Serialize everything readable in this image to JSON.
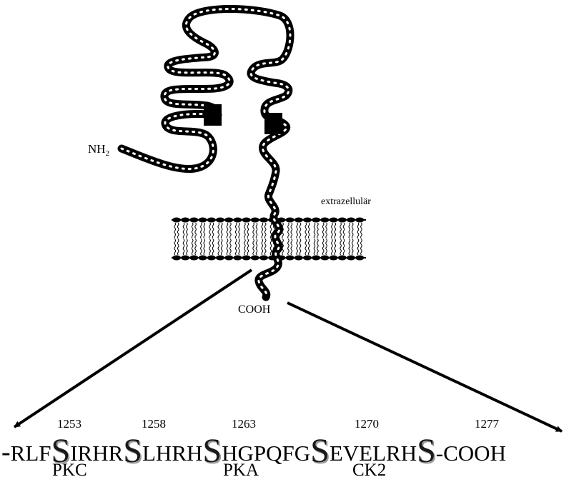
{
  "labels": {
    "n_terminus": "NH",
    "n_terminus_sub": "2",
    "extracellular": "extrazellulär",
    "c_terminus": "COOH"
  },
  "sequence": {
    "lead": "-",
    "seg1": "RLF",
    "s1": "S",
    "seg2": "IRHR",
    "s2": "S",
    "seg3": "LHRH",
    "s3": "S",
    "seg4": "HGPQFG",
    "s4": "S",
    "seg5": "EVELRH",
    "s5": "S",
    "tail": "-COOH"
  },
  "positions": [
    "1253",
    "1258",
    "1263",
    "1270",
    "1277"
  ],
  "kinases": [
    "PKC",
    "PKA",
    "CK2"
  ]
}
